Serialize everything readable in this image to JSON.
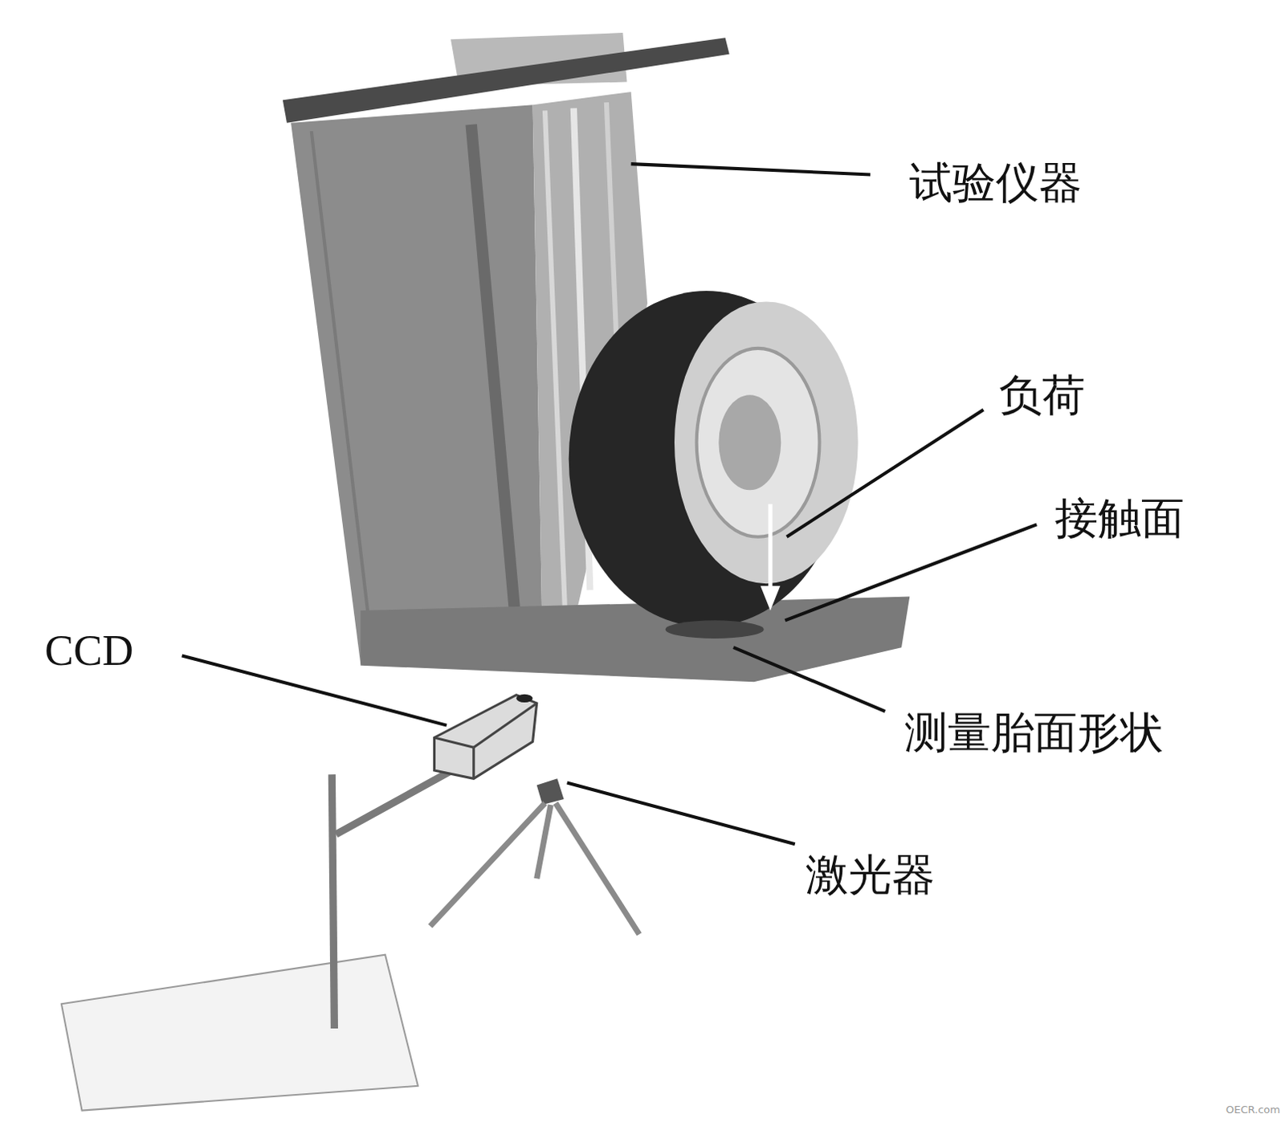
{
  "diagram": {
    "labels": [
      "试验仪器",
      "负荷",
      "接触面",
      "CCD",
      "测量胎面形状",
      "激光器",
      "OECR.com"
    ]
  }
}
